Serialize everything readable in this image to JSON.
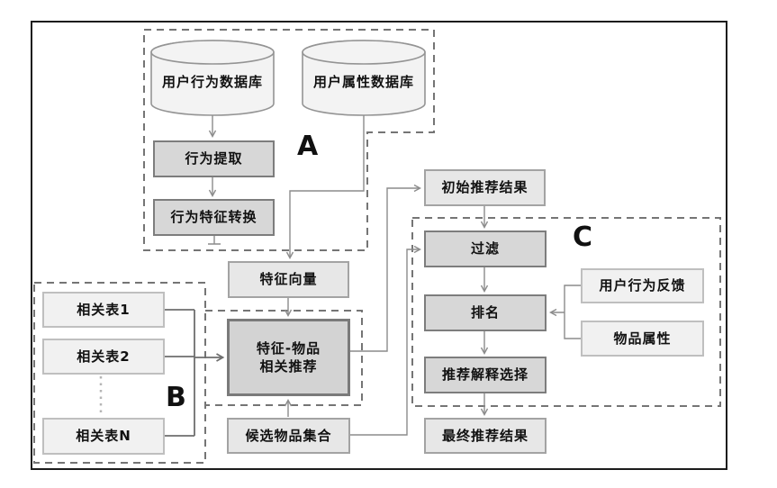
{
  "diagram": {
    "title": "recommendation-pipeline-flowchart",
    "groups": {
      "a": "A",
      "b": "B",
      "c": "C"
    },
    "nodes": {
      "behavior_db": {
        "label": "用户行为数据库",
        "shape": "cylinder"
      },
      "attribute_db": {
        "label": "用户属性数据库",
        "shape": "cylinder"
      },
      "behavior_extraction": {
        "label": "行为提取"
      },
      "behavior_feature_conversion": {
        "label": "行为特征转换"
      },
      "feature_vector": {
        "label": "特征向量"
      },
      "related_table_1": {
        "label": "相关表1"
      },
      "related_table_2": {
        "label": "相关表2"
      },
      "related_table_n": {
        "label": "相关表N"
      },
      "feature_item_recommend": {
        "label": "特征-物品\n相关推荐"
      },
      "candidate_item_set": {
        "label": "候选物品集合"
      },
      "initial_result": {
        "label": "初始推荐结果"
      },
      "filter": {
        "label": "过滤"
      },
      "ranking": {
        "label": "排名"
      },
      "explanation_selection": {
        "label": "推荐解释选择"
      },
      "final_result": {
        "label": "最终推荐结果"
      },
      "user_behavior_feedback": {
        "label": "用户行为反馈"
      },
      "item_attributes": {
        "label": "物品属性"
      }
    },
    "colors": {
      "frame": "#1c1c1c",
      "node_dark_fill": "#d7d7d7",
      "node_dark_border": "#7d7d7d",
      "node_mid_fill": "#e7e7e7",
      "node_mid_border": "#a3a3a3",
      "node_light_fill": "#f1f1f1",
      "node_light_border": "#bfbfbf",
      "cylinder_fill": "#f3f3f3",
      "cylinder_stroke": "#949494",
      "connector": "#8c8c8c",
      "connector_dark": "#6e6e6e",
      "group_dash": "#757575",
      "dotted": "#b5b5b5"
    }
  }
}
